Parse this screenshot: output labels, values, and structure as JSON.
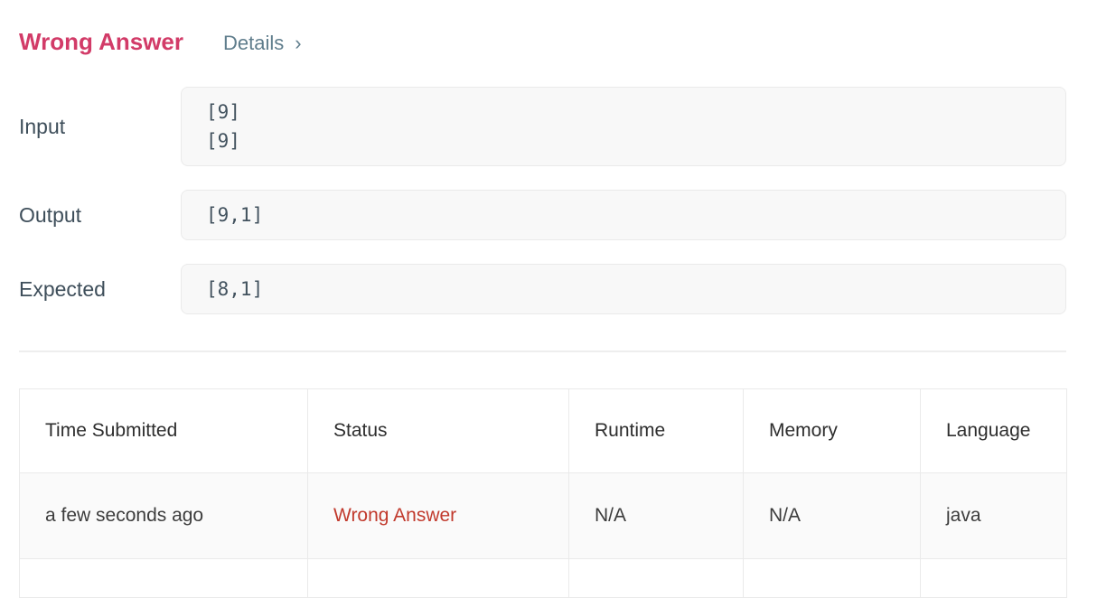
{
  "header": {
    "status_title": "Wrong Answer",
    "details_label": "Details",
    "chevron_icon": "›"
  },
  "fields": {
    "input": {
      "label": "Input",
      "value": "[9]\n[9]"
    },
    "output": {
      "label": "Output",
      "value": "[9,1]"
    },
    "expected": {
      "label": "Expected",
      "value": "[8,1]"
    }
  },
  "table": {
    "columns": {
      "time": "Time Submitted",
      "status": "Status",
      "runtime": "Runtime",
      "memory": "Memory",
      "language": "Language"
    },
    "rows": [
      {
        "time": "a few seconds ago",
        "status": "Wrong Answer",
        "runtime": "N/A",
        "memory": "N/A",
        "language": "java"
      }
    ]
  },
  "colors": {
    "status_heading": "#d23b68",
    "details_link": "#5f7d8c",
    "row_status_error": "#c13a2d",
    "box_background": "#f8f8f8",
    "border": "#eaeaea",
    "row_background": "#fafafa"
  }
}
